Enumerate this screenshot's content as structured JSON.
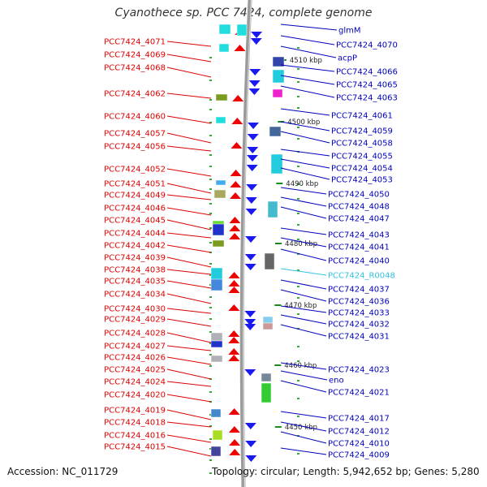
{
  "title": "Cyanothece sp. PCC 7424, complete genome",
  "accession": "Accession: NC_011729",
  "topology": "Topology: circular; Length: 5,942,652 bp; Genes: 5,280",
  "colors": {
    "left_label": "#dd0000",
    "right_label": "#0000bb",
    "rna_label": "#33c2e0",
    "forward_arrow": "#ee0000",
    "reverse_arrow": "#1a1aee",
    "tick": "#33aa33",
    "backbone": "#9a9a9a"
  },
  "left_labels": [
    "PCC7424_4071",
    "PCC7424_4069",
    "PCC7424_4068",
    "PCC7424_4062",
    "PCC7424_4060",
    "PCC7424_4057",
    "PCC7424_4056",
    "PCC7424_4052",
    "PCC7424_4051",
    "PCC7424_4049",
    "PCC7424_4046",
    "PCC7424_4045",
    "PCC7424_4044",
    "PCC7424_4042",
    "PCC7424_4039",
    "PCC7424_4038",
    "PCC7424_4035",
    "PCC7424_4034",
    "PCC7424_4030",
    "PCC7424_4029",
    "PCC7424_4028",
    "PCC7424_4027",
    "PCC7424_4026",
    "PCC7424_4025",
    "PCC7424_4024",
    "PCC7424_4020",
    "PCC7424_4019",
    "PCC7424_4018",
    "PCC7424_4016",
    "PCC7424_4015"
  ],
  "right_labels": [
    "glmM",
    "PCC7424_4070",
    "acpP",
    "PCC7424_4066",
    "PCC7424_4065",
    "PCC7424_4063",
    "PCC7424_4061",
    "PCC7424_4059",
    "PCC7424_4058",
    "PCC7424_4055",
    "PCC7424_4054",
    "PCC7424_4053",
    "PCC7424_4050",
    "PCC7424_4048",
    "PCC7424_4047",
    "PCC7424_4043",
    "PCC7424_4041",
    "PCC7424_4040",
    "PCC7424_R0048",
    "PCC7424_4037",
    "PCC7424_4036",
    "PCC7424_4033",
    "PCC7424_4032",
    "PCC7424_4031",
    "PCC7424_4023",
    "eno",
    "PCC7424_4021",
    "PCC7424_4017",
    "PCC7424_4012",
    "PCC7424_4010",
    "PCC7424_4009"
  ],
  "rna_labels": [
    "PCC7424_R0048"
  ],
  "kbp_labels": [
    "4510 kbp",
    "4500 kbp",
    "4490 kbp",
    "4480 kbp",
    "4470 kbp",
    "4460 kbp",
    "4450 kbp"
  ]
}
